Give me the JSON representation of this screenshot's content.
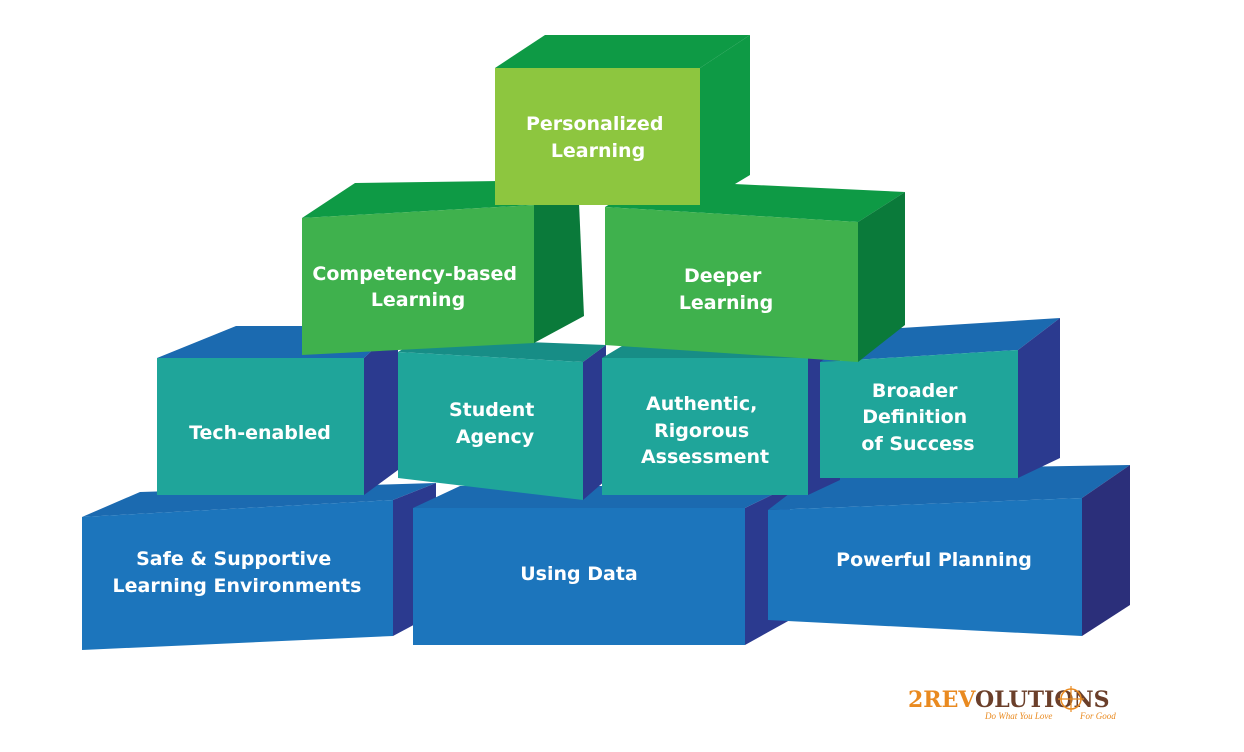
{
  "diagram": {
    "tiers": [
      {
        "level": "foundation",
        "blocks": [
          {
            "id": "safe",
            "lines": [
              "Safe & Supportive",
              "Learning Environments"
            ]
          },
          {
            "id": "data",
            "lines": [
              "Using Data"
            ]
          },
          {
            "id": "planning",
            "lines": [
              "Powerful Planning"
            ]
          }
        ]
      },
      {
        "level": "middle",
        "blocks": [
          {
            "id": "tech",
            "lines": [
              "Tech-enabled"
            ]
          },
          {
            "id": "agency",
            "lines": [
              "Student",
              "Agency"
            ]
          },
          {
            "id": "assessment",
            "lines": [
              "Authentic,",
              "Rigorous",
              "Assessment"
            ]
          },
          {
            "id": "success",
            "lines": [
              "Broader",
              "Definition",
              "of Success"
            ]
          }
        ]
      },
      {
        "level": "upper",
        "blocks": [
          {
            "id": "competency",
            "lines": [
              "Competency-based",
              "Learning"
            ]
          },
          {
            "id": "deeper",
            "lines": [
              "Deeper",
              "Learning"
            ]
          }
        ]
      },
      {
        "level": "top",
        "blocks": [
          {
            "id": "personalized",
            "lines": [
              "Personalized",
              "Learning"
            ]
          }
        ]
      }
    ]
  },
  "colors": {
    "blue_front": "#1c75bc",
    "blue_top": "#1b6ab0",
    "blue_side": "#2b3a8f",
    "teal_front": "#1fa59a",
    "teal_top": "#178d86",
    "teal_side": "#2b3a8f",
    "green_front": "#3fb14d",
    "green_top": "#0e9a45",
    "green_side": "#0a7a3a",
    "lime_front": "#8dc63f",
    "label": "#ffffff",
    "logo_orange": "#e98a20",
    "logo_brown": "#6b3f2a"
  },
  "logo": {
    "brand": "2REVOLUTIONS",
    "tagline_left": "Do What You Love",
    "tagline_right": "For Good"
  }
}
